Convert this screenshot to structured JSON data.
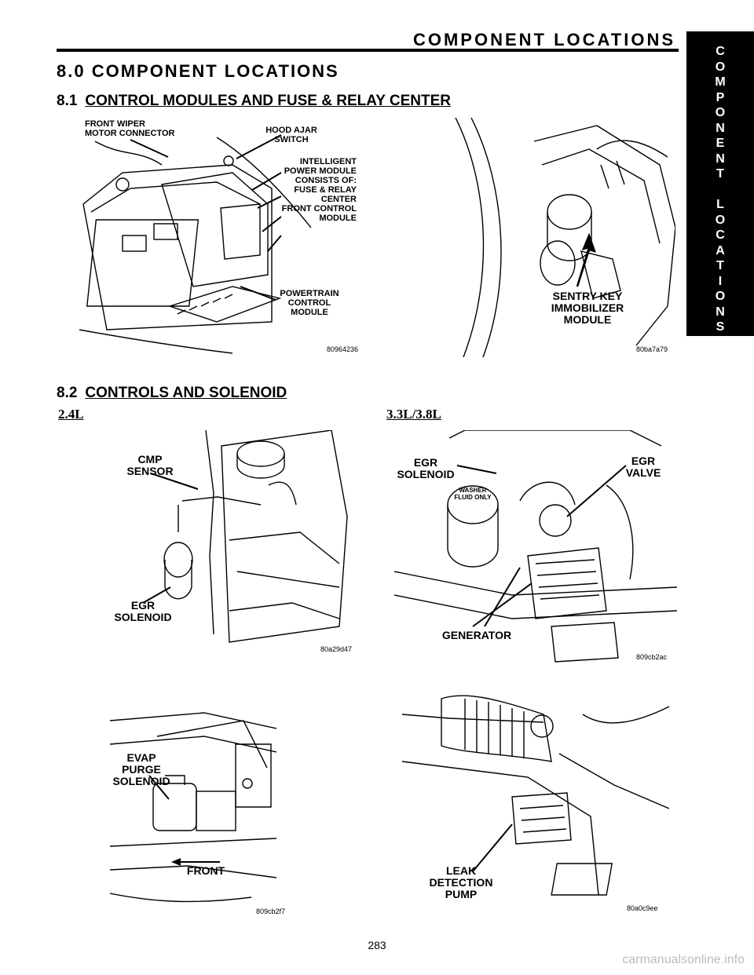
{
  "header": {
    "title": "COMPONENT LOCATIONS"
  },
  "side_tab": {
    "letters": [
      "C",
      "O",
      "M",
      "P",
      "O",
      "N",
      "E",
      "N",
      "T",
      "",
      "L",
      "O",
      "C",
      "A",
      "T",
      "I",
      "O",
      "N",
      "S"
    ]
  },
  "section": {
    "title": "8.0 COMPONENT LOCATIONS"
  },
  "sub1": {
    "number": "8.1",
    "title": "CONTROL MODULES AND FUSE & RELAY CENTER"
  },
  "sub2": {
    "number": "8.2",
    "title": "CONTROLS AND SOLENOID"
  },
  "engines": {
    "left": "2.4L",
    "right": "3.3L/3.8L"
  },
  "figures": {
    "fig1": {
      "labels": {
        "wiper": "FRONT WIPER\nMOTOR CONNECTOR",
        "hood": "HOOD AJAR\nSWITCH",
        "ipm": "INTELLIGENT\nPOWER MODULE\nCONSISTS OF:\nFUSE & RELAY\nCENTER\nFRONT CONTROL\nMODULE",
        "pcm": "POWERTRAIN\nCONTROL\nMODULE"
      },
      "code": "80964236"
    },
    "fig2": {
      "labels": {
        "skim": "SENTRY KEY\nIMMOBILIZER\nMODULE"
      },
      "code": "80ba7a79"
    },
    "fig3": {
      "labels": {
        "cmp": "CMP\nSENSOR",
        "egr": "EGR\nSOLENOID"
      },
      "code": "80a29d47"
    },
    "fig4": {
      "labels": {
        "egr_sol": "EGR\nSOLENOID",
        "egr_valve": "EGR\nVALVE",
        "washer": "WASHER\nFLUID ONLY",
        "generator": "GENERATOR"
      },
      "code": "809cb2ac"
    },
    "fig5": {
      "labels": {
        "evap": "EVAP\nPURGE\nSOLENOID",
        "front": "FRONT"
      },
      "code": "809cb2f7"
    },
    "fig6": {
      "labels": {
        "leak": "LEAK\nDETECTION\nPUMP"
      },
      "code": "80a0c9ee"
    }
  },
  "page_number": "283",
  "watermark": "carmanualsonline.info"
}
